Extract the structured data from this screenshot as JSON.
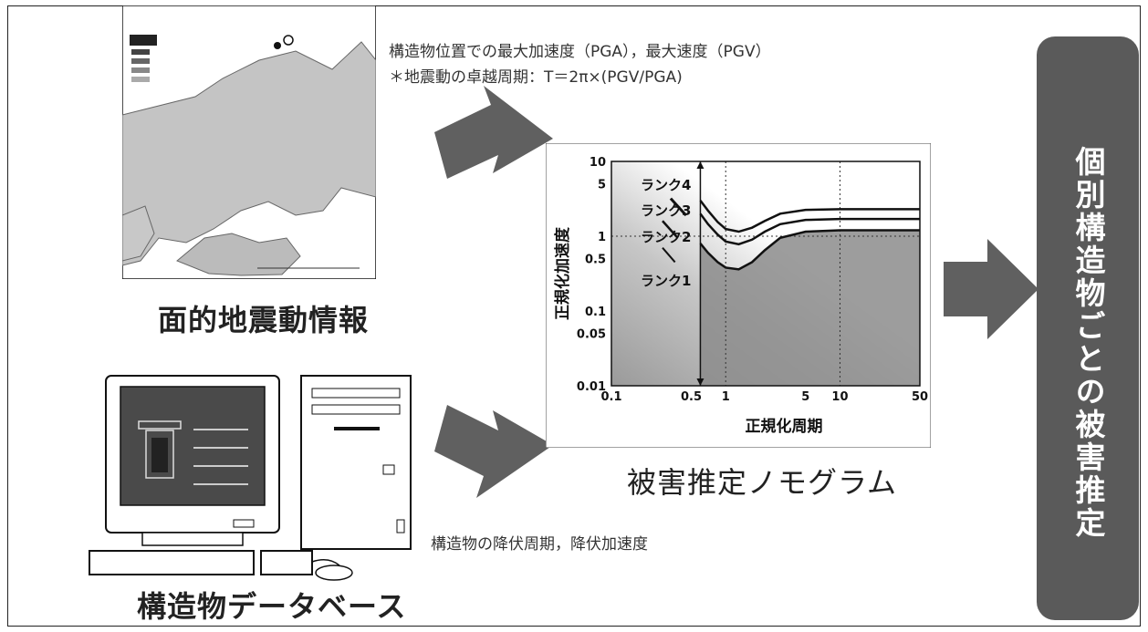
{
  "map_section": {
    "caption": "面的地震動情報"
  },
  "notes": {
    "pga_pgv": "構造物位置での最大加速度（PGA），最大速度（PGV）",
    "period_formula": "＊地震動の卓越周期：T＝2π×(PGV/PGA)",
    "yield": "構造物の降伏周期，降伏加速度"
  },
  "database_section": {
    "caption": "構造物データベース"
  },
  "nomogram_section": {
    "caption": "被害推定ノモグラム"
  },
  "result": {
    "label": "個別構造物ごとの被害推定"
  },
  "chart_data": {
    "type": "line",
    "xlabel": "正規化周期",
    "ylabel": "正規化加速度",
    "xscale": "log",
    "yscale": "log",
    "xlim": [
      0.1,
      50
    ],
    "ylim": [
      0.01,
      10
    ],
    "x_tick_labels": [
      "0.1",
      "0.5",
      "1",
      "5",
      "10",
      "50"
    ],
    "y_tick_labels": [
      "10",
      "5",
      "1",
      "0.5",
      "0.1",
      "0.05",
      "0.01"
    ],
    "grid": true,
    "x": [
      0.6,
      0.7,
      0.85,
      1.0,
      1.3,
      1.7,
      2.2,
      3.0,
      5.0,
      10.0,
      50.0
    ],
    "series": [
      {
        "name": "ランク3",
        "values": [
          3.0,
          2.2,
          1.55,
          1.25,
          1.15,
          1.3,
          1.6,
          2.0,
          2.25,
          2.3,
          2.3
        ]
      },
      {
        "name": "ランク2",
        "values": [
          2.0,
          1.45,
          1.05,
          0.85,
          0.78,
          0.9,
          1.15,
          1.45,
          1.65,
          1.7,
          1.7
        ]
      },
      {
        "name": "ランク1",
        "values": [
          0.8,
          0.6,
          0.45,
          0.38,
          0.36,
          0.45,
          0.65,
          0.95,
          1.15,
          1.2,
          1.2
        ]
      }
    ],
    "labels": [
      "ランク4",
      "ランク3",
      "ランク2",
      "ランク1"
    ]
  }
}
